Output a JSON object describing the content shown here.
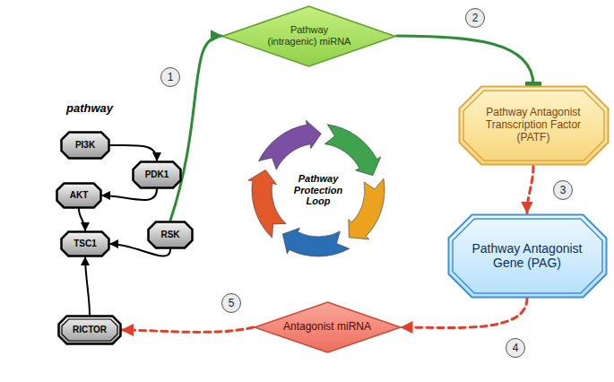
{
  "diagram": {
    "nodes": [
      {
        "text": [
          "pathway"
        ]
      },
      {
        "text": [
          "PI3K"
        ],
        "in": 0
      },
      {
        "text": [
          "PDK1"
        ],
        "in": 0
      },
      {
        "text": [
          "AKT"
        ],
        "in": 0
      },
      {
        "text": [
          "TSC1"
        ],
        "in": 0
      },
      {
        "text": [
          "RSK"
        ],
        "in": 0
      },
      {
        "text": [
          "RICTOR"
        ],
        "in": 0
      },
      {
        "text": [
          "Pathway (intragenic) miRNA"
        ]
      },
      {
        "text": [
          "Pathway Antagonist Transcription Factor (PATF)"
        ]
      },
      {
        "text": [
          "Pathway Antagonist Gene (PAG)"
        ]
      },
      {
        "text": [
          "Antagonist miRNA"
        ]
      },
      {
        "text": [
          "Pathway Protection Loop"
        ]
      }
    ],
    "edges": [
      {
        "from": 1,
        "to": 2,
        "arrow": "to"
      },
      {
        "from": 2,
        "to": 3,
        "arrow": "to"
      },
      {
        "from": 3,
        "to": 4,
        "arrow": "to"
      },
      {
        "from": 5,
        "to": 4,
        "arrow": "to"
      },
      {
        "from": 6,
        "to": 4,
        "arrow": "to"
      },
      {
        "from": 5,
        "to": 7,
        "arrow": "to"
      },
      {
        "from": 7,
        "to": 8,
        "arrow": "to"
      },
      {
        "from": 8,
        "to": 9,
        "arrow": "to"
      },
      {
        "from": 9,
        "to": 10,
        "arrow": "to"
      },
      {
        "from": 10,
        "to": 6,
        "arrow": "to"
      }
    ],
    "labels": [
      "1",
      "2",
      "3",
      "4",
      "5"
    ]
  }
}
